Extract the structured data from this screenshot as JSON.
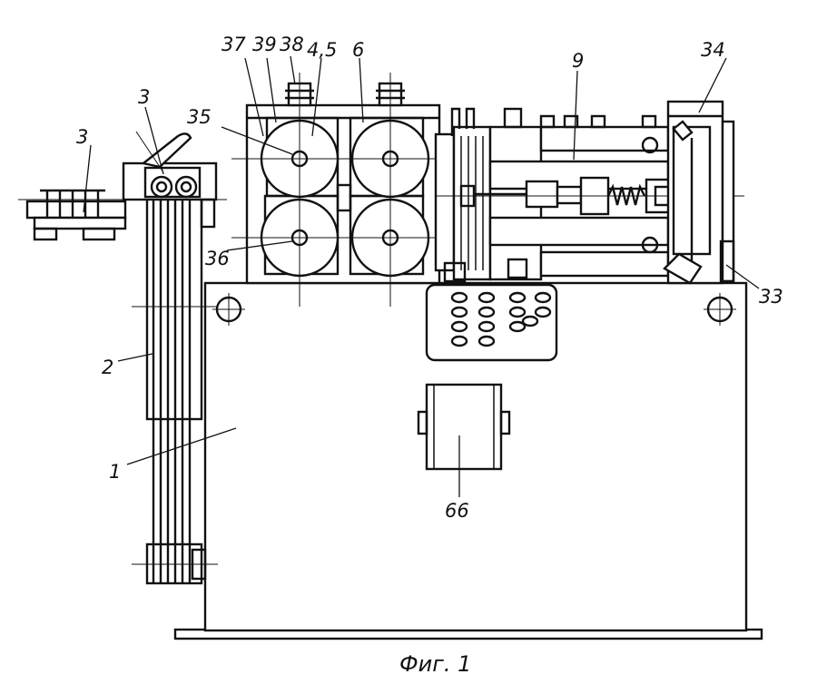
{
  "figure": {
    "caption": "Фиг. 1",
    "callouts": [
      {
        "id": "1",
        "text": "1"
      },
      {
        "id": "2",
        "text": "2"
      },
      {
        "id": "3a",
        "text": "3"
      },
      {
        "id": "3b",
        "text": "3"
      },
      {
        "id": "6",
        "text": "6"
      },
      {
        "id": "9",
        "text": "9"
      },
      {
        "id": "33",
        "text": "33"
      },
      {
        "id": "34",
        "text": "34"
      },
      {
        "id": "35",
        "text": "35"
      },
      {
        "id": "36",
        "text": "36"
      },
      {
        "id": "37",
        "text": "37"
      },
      {
        "id": "38",
        "text": "38"
      },
      {
        "id": "39",
        "text": "39"
      },
      {
        "id": "45",
        "text": "4,5"
      },
      {
        "id": "66",
        "text": "66"
      }
    ]
  }
}
